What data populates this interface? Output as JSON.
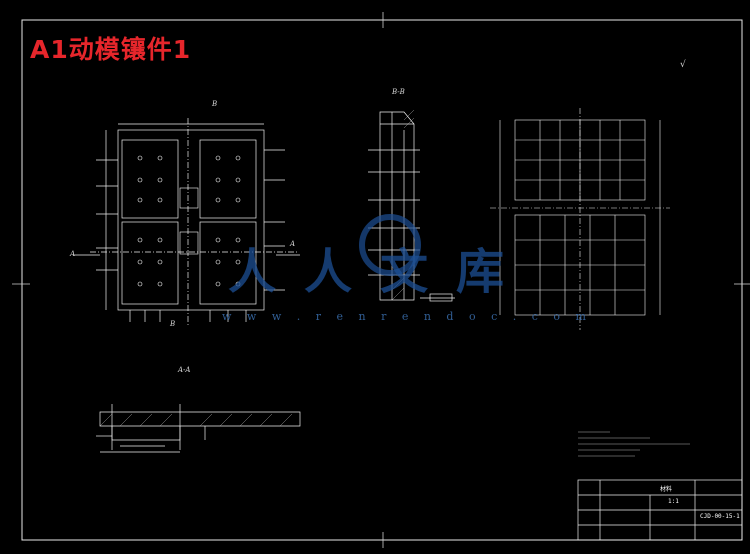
{
  "title": "A1动模镶件1",
  "section_labels": {
    "bb": "B-B",
    "aa": "A-A",
    "a_left": "A",
    "a_right": "A",
    "b_top": "B",
    "b_bottom": "B"
  },
  "roughness_mark": "√",
  "watermark": {
    "cn": "人人文库",
    "url": "w w w . r e n r e n d o c . c o m"
  },
  "title_block": {
    "drawing_no": "CJD-00-15-1",
    "scale": "1:1",
    "material_label": "材料"
  },
  "colors": {
    "background": "#000000",
    "line": "#ffffff",
    "title": "#e6262b",
    "watermark": "#1d4f94"
  }
}
